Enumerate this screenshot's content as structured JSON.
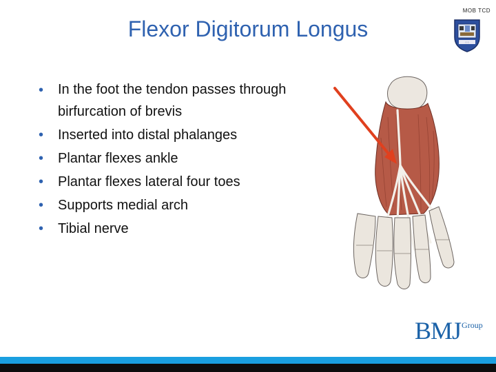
{
  "slide": {
    "title": "Flexor Digitorum Longus",
    "header_tag": "MOB TCD",
    "bullets": [
      "In the foot the tendon passes through birfurcation of brevis",
      "Inserted into  distal phalanges",
      "Plantar flexes ankle",
      "Plantar flexes lateral four toes",
      "Supports medial arch",
      "Tibial nerve"
    ],
    "bullet_symbol": "•",
    "logo": {
      "big": "BMJ",
      "small": "Group"
    }
  },
  "colors": {
    "title": "#2f62b0",
    "arrow": "#e0401e",
    "logo": "#1b62a8",
    "footer_light": "#1a9fe0",
    "footer_dark": "#0d0d0d"
  },
  "icons": {
    "crest": "university-crest-icon",
    "illustration": "foot-anatomy-illustration"
  }
}
